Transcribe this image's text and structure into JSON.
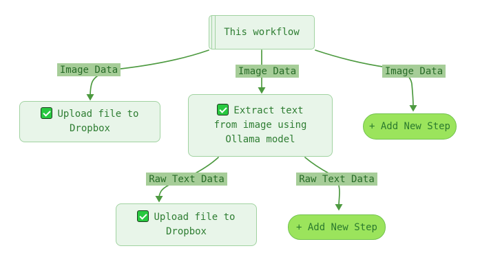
{
  "diagram": {
    "title_node": {
      "label": "This workflow"
    },
    "nodes": [
      {
        "id": "upload-dropbox-top",
        "label": "Upload file to\nDropbox",
        "icon": "checked-checkbox-icon",
        "checkbox": "checked"
      },
      {
        "id": "extract-text-ollama",
        "label": "Extract text\nfrom image using\nOllama model",
        "icon": "checked-checkbox-icon",
        "checkbox": "checked"
      },
      {
        "id": "upload-dropbox-bottom",
        "label": "Upload file to\nDropbox",
        "icon": "checked-checkbox-icon",
        "checkbox": "checked"
      }
    ],
    "add_step_buttons": [
      {
        "label": "+ Add New Step"
      },
      {
        "label": "+ Add New Step"
      }
    ],
    "edge_labels": [
      {
        "label": "Image Data"
      },
      {
        "label": "Image Data"
      },
      {
        "label": "Image Data"
      },
      {
        "label": "Raw Text Data"
      },
      {
        "label": "Raw Text Data"
      }
    ]
  },
  "colors": {
    "canvas_bg": "#ffffff",
    "node_fill": "#e8f5e9",
    "node_border": "#a0d2a0",
    "node_text": "#2e7d32",
    "edge_line": "#4d9a40",
    "edge_label_bg": "#a6cd98",
    "edge_label_text": "#276b27",
    "add_button_fill": "#9be45c",
    "add_button_border": "#72c24f",
    "add_button_text": "#2b7a2e",
    "checkbox_fill": "#28c840",
    "checkbox_border": "#1d3a1d",
    "checkbox_check": "#ffffff"
  }
}
